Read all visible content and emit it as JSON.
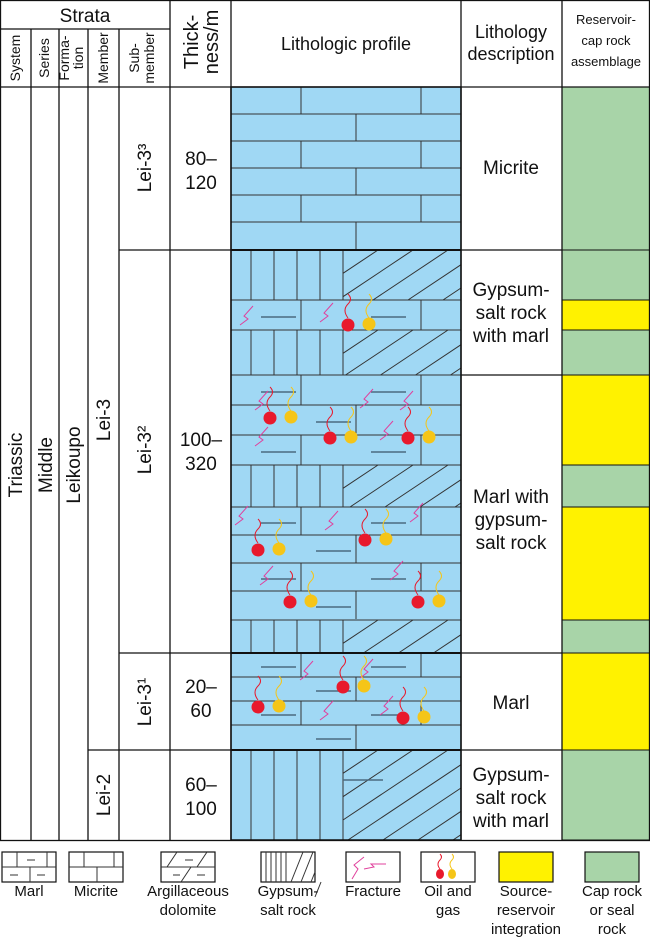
{
  "header": {
    "strata": "Strata",
    "system": "System",
    "series": "Series",
    "formation": [
      "Forma-",
      "tion"
    ],
    "member": "Member",
    "submember": [
      "Sub-",
      "member"
    ],
    "thickness": [
      "Thick-",
      "ness/m"
    ],
    "profile": "Lithologic profile",
    "description": [
      "Lithology",
      "description"
    ],
    "assemblage": [
      "Reservoir-",
      "cap rock",
      "assemblage"
    ]
  },
  "strata": {
    "system": "Triassic",
    "series": "Middle",
    "formation": "Leikoupo",
    "members": [
      "Lei-3",
      "Lei-2"
    ],
    "submembers": [
      "Lei-3³",
      "Lei-3²",
      "Lei-3¹"
    ]
  },
  "thickness": [
    [
      "80–",
      "120"
    ],
    [
      "100–",
      "320"
    ],
    [
      "20–",
      "60"
    ],
    [
      "60–",
      "100"
    ]
  ],
  "descriptions": [
    [
      "Micrite"
    ],
    [
      "Gypsum-",
      "salt rock",
      "with marl"
    ],
    [
      "Marl with",
      "gypsum-",
      "salt rock"
    ],
    [
      "Marl"
    ],
    [
      "Gypsum-",
      "salt rock",
      "with marl"
    ]
  ],
  "assemblage_sequence": [
    "cap",
    "cap",
    "source",
    "cap",
    "source",
    "cap",
    "source",
    "cap",
    "source",
    "cap"
  ],
  "colors": {
    "limestone": "#a0d8f4",
    "cap": "#a8d4a8",
    "source": "#fff200",
    "oil": "#e8192c",
    "gas": "#f5c518",
    "fracture": "#e0409c"
  },
  "legend": [
    {
      "key": "marl",
      "label": [
        "Marl"
      ]
    },
    {
      "key": "micrite",
      "label": [
        "Micrite"
      ]
    },
    {
      "key": "dolomite",
      "label": [
        "Argillaceous",
        "dolomite"
      ]
    },
    {
      "key": "gypsum",
      "label": [
        "Gypsum-",
        "salt rock"
      ]
    },
    {
      "key": "fracture",
      "label": [
        "Fracture"
      ]
    },
    {
      "key": "oilgas",
      "label": [
        "Oil and",
        "gas"
      ]
    },
    {
      "key": "source",
      "label": [
        "Source-",
        "reservoir",
        "integration"
      ]
    },
    {
      "key": "cap",
      "label": [
        "Cap rock",
        "or seal",
        "rock"
      ]
    }
  ]
}
